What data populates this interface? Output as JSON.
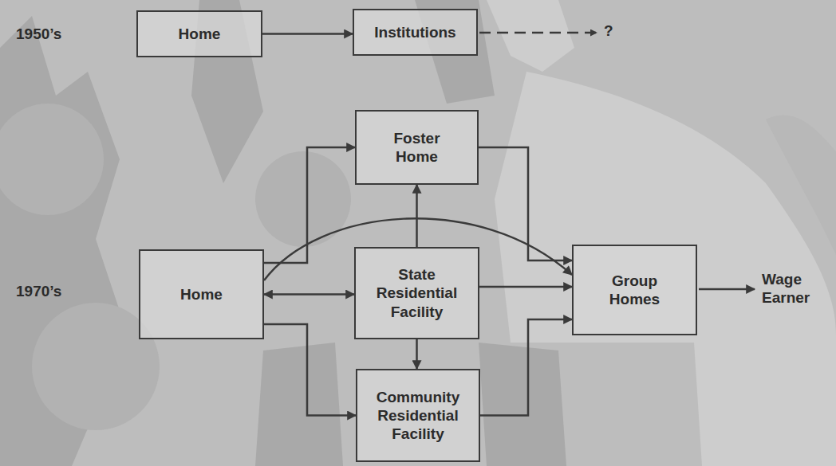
{
  "diagram": {
    "nodes": [
      {
        "text": [
          "Home"
        ]
      },
      {
        "text": [
          "Institutions"
        ]
      },
      {
        "text": [
          "Foster Home"
        ]
      },
      {
        "text": [
          "Home"
        ]
      },
      {
        "text": [
          "State Residential Facility"
        ]
      },
      {
        "text": [
          "Community Residential Facility"
        ]
      },
      {
        "text": [
          "Group Homes"
        ]
      }
    ],
    "edges": [
      {
        "from": 0,
        "to": 1,
        "arrow": "to"
      },
      {
        "from": 3,
        "to": 2,
        "arrow": "to"
      },
      {
        "from": 3,
        "to": 4,
        "arrow": "both"
      },
      {
        "from": 3,
        "to": 5,
        "arrow": "to"
      },
      {
        "from": 4,
        "to": 2,
        "arrow": "to"
      },
      {
        "from": 4,
        "to": 5,
        "arrow": "to"
      },
      {
        "from": 4,
        "to": 6,
        "arrow": "to"
      },
      {
        "from": 2,
        "to": 6,
        "arrow": "to"
      },
      {
        "from": 5,
        "to": 6,
        "arrow": "to"
      },
      {
        "from": 3,
        "to": 6,
        "arrow": "to"
      }
    ],
    "labels": [
      "1950’s",
      "?",
      "1970’s",
      "Wage Earner"
    ]
  }
}
